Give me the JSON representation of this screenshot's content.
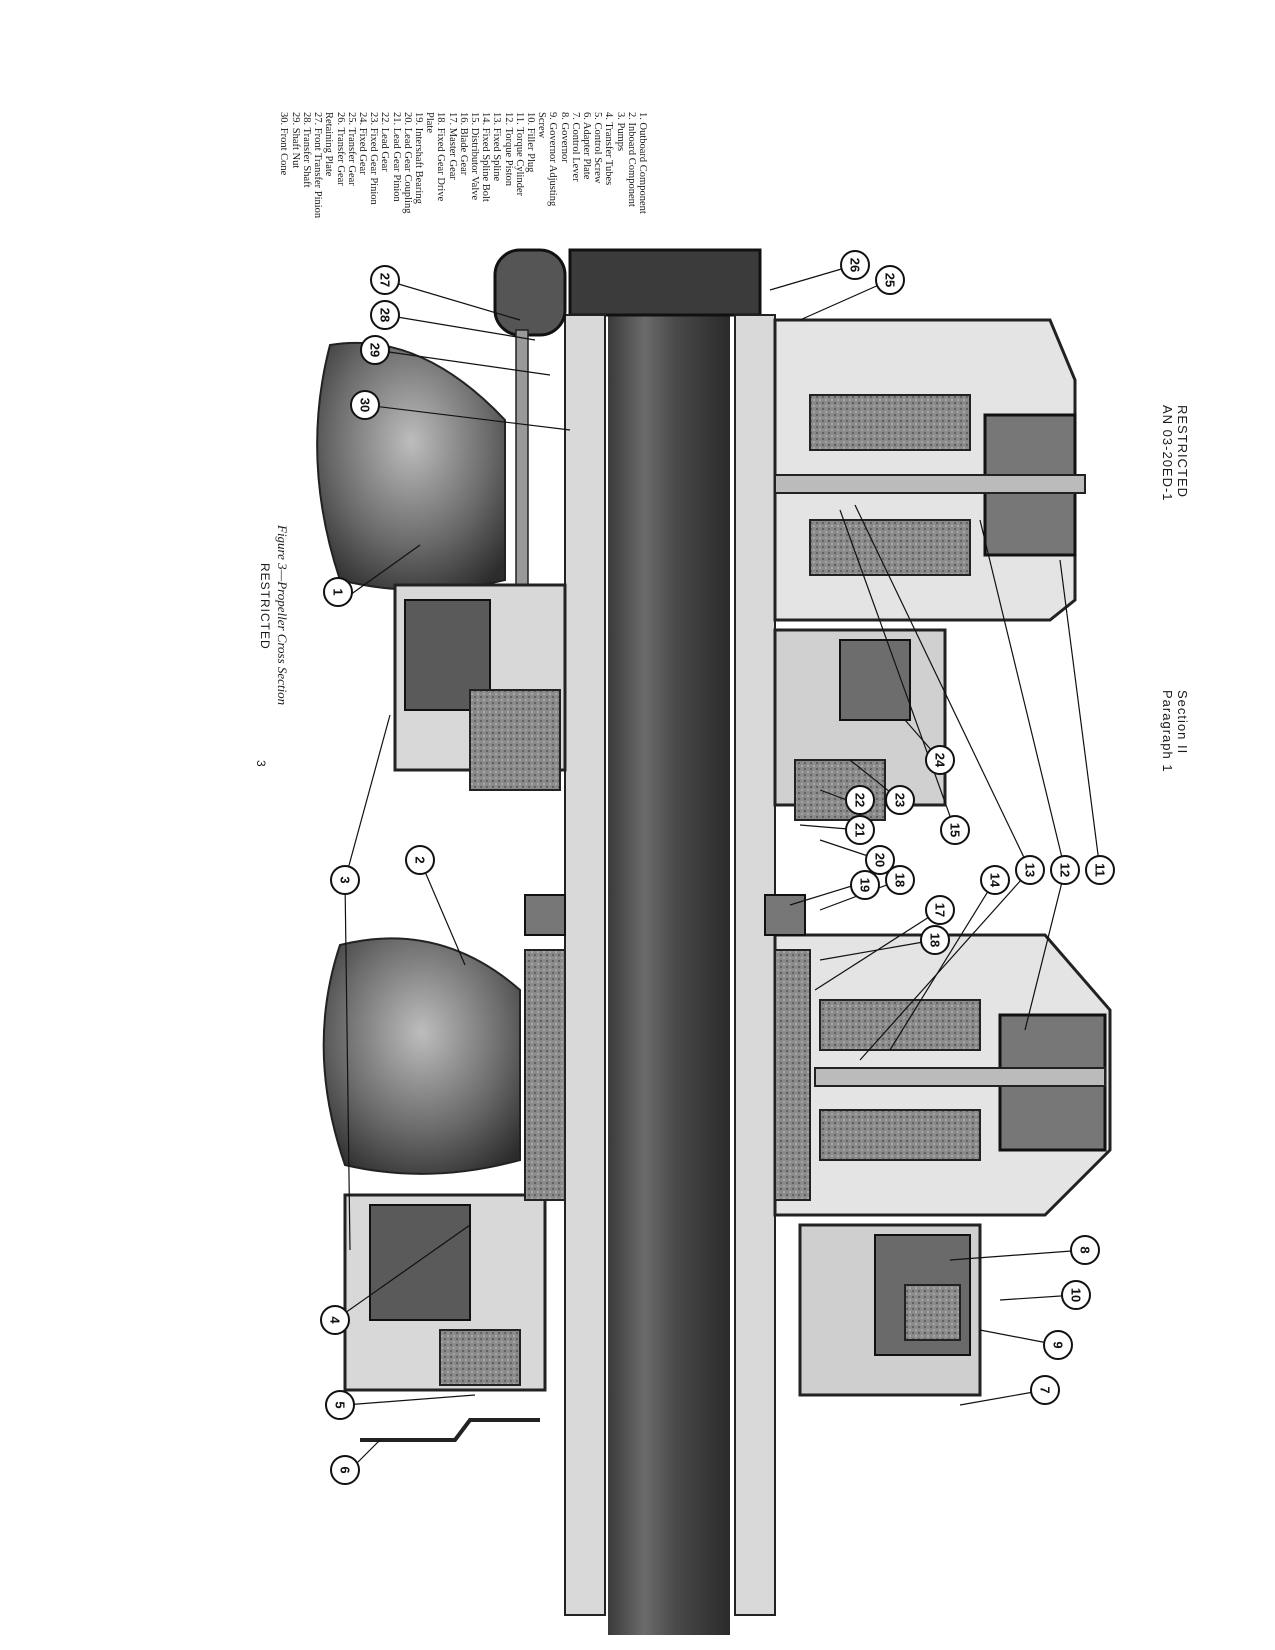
{
  "header": {
    "line1": "RESTRICTED",
    "line2": "AN 03-20ED-1",
    "section": "Section II",
    "paragraph": "Paragraph 1"
  },
  "legend": [
    "1. Outboard Component",
    "2. Inboard Component",
    "3. Pumps",
    "4. Transfer Tubes",
    "5. Control Screw",
    "6. Adapter Plate",
    "7. Control Lever",
    "8. Governor",
    "9. Governor Adjusting",
    "    Screw",
    "10. Filler Plug",
    "11. Torque Cylinder",
    "12. Torque Piston",
    "13. Fixed Spline",
    "14. Fixed Spline Bolt",
    "15. Distributor Valve",
    "16. Blade Gear",
    "17. Master Gear",
    "18. Fixed Gear Drive",
    "    Plate",
    "19. Intershaft Bearing",
    "20. Lead Gear Coupling",
    "21. Lead Gear Pinion",
    "22. Lead Gear",
    "23. Fixed Gear Pinion",
    "24. Fixed Gear",
    "25. Transfer Gear",
    "26. Transfer Gear",
    "    Retaining Plate",
    "27. Front Transfer Pinion",
    "28. Transfer Shaft",
    "29. Shaft Nut",
    "30. Front Cone"
  ],
  "callouts": [
    "1",
    "2",
    "3",
    "4",
    "5",
    "6",
    "7",
    "8",
    "9",
    "10",
    "11",
    "12",
    "13",
    "14",
    "15",
    "17",
    "18",
    "18",
    "19",
    "20",
    "21",
    "22",
    "23",
    "24",
    "25",
    "26",
    "27",
    "28",
    "29",
    "30"
  ],
  "caption": "Figure 3—Propeller Cross Section",
  "footer": "RESTRICTED",
  "page_number": "3"
}
